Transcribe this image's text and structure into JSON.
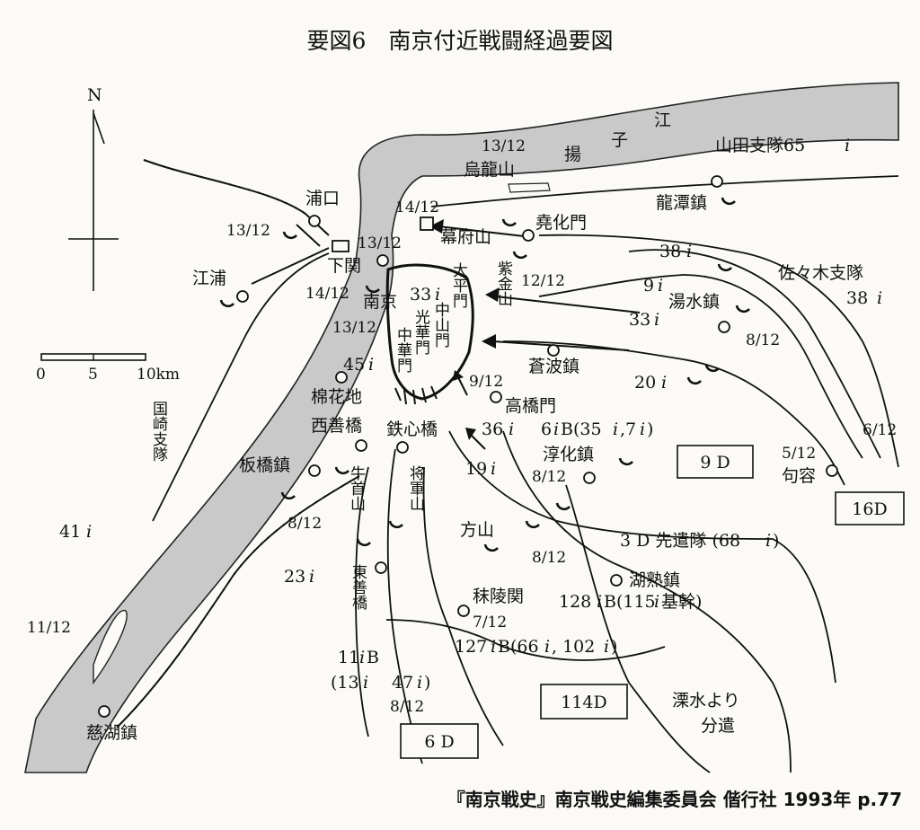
{
  "title": "要図6　南京付近戦闘経過要図",
  "compass": {
    "north": "N"
  },
  "scale": {
    "ticks": [
      "0",
      "5",
      "10km"
    ]
  },
  "river_labels": [
    "揚",
    "子",
    "江"
  ],
  "places": {
    "urongshan": "烏龍山",
    "pukou": "浦口",
    "jiangpu": "江浦",
    "xiaguan": "下関",
    "nanjing": "南京",
    "mufushan": "幕府山",
    "yaohuamen": "堯化門",
    "zijinshan": "紫金山",
    "longtanzhen": "龍潭鎮",
    "tangshuizhen": "湯水鎮",
    "cangbozhen": "蒼波鎮",
    "gaoqiaomen": "高橋門",
    "chunhuazhen": "淳化鎮",
    "jurong": "句容",
    "mianhuadi": "棉花地",
    "xishanqiao": "西善橋",
    "tiexinqiao": "鉄心橋",
    "banqiaozhen": "板橋鎮",
    "niushoushan": "牛首山",
    "jiangjunshan": "将軍山",
    "fangshan": "方山",
    "dongshanqiao": "東善橋",
    "molingguan": "秣陵関",
    "huxushuzhen": "湖熟鎮",
    "cihuzhen": "慈湖鎮",
    "gate_taiping": "太平門",
    "gate_zhongshan": "中山門",
    "gate_guanghua": "光華門",
    "gate_zhonghua": "中華門"
  },
  "units": {
    "yamada": "山田支隊65",
    "sasaki_a": "佐々木支隊",
    "sasaki_b": "38",
    "kunisaki": "国崎支隊",
    "i38": "38",
    "i9": "9",
    "i33a": "33",
    "i33b": "33",
    "i20": "20",
    "i45": "45",
    "i36": "36",
    "i19": "19",
    "i6b": "6",
    "i6b_detail": "B(35",
    "i6b_detail2": ",7",
    "i6b_close": ")",
    "i23": "23",
    "i41": "41",
    "advance_3d": "3 D 先遣隊 (68",
    "advance_3d_close": ")",
    "ib128": "128",
    "ib128_detail": "B(115",
    "ib128_detail2": "基幹)",
    "ib127": "127",
    "ib127_detail": "B(66",
    "ib127_detail2": ", 102",
    "ib127_close": ")",
    "ib11": "11",
    "ib11_detail": "B",
    "ib11_sub_a": "(13",
    "ib11_sub_b": "47",
    "ib11_sub_c": ")",
    "i_mark": "i",
    "liyang": "溧水より",
    "liyang2": "分遣"
  },
  "dates": {
    "d1312_top": "13/12",
    "d1412_top": "14/12",
    "d1312_pukou": "13/12",
    "d1312_xiaguan": "13/12",
    "d1412_west": "14/12",
    "d1312_south": "13/12",
    "d1212": "12/12",
    "d912": "9/12",
    "d812_tang": "8/12",
    "d612": "6/12",
    "d512": "5/12",
    "d812_chun": "8/12",
    "d812_ban": "8/12",
    "d812_fang": "8/12",
    "d712": "7/12",
    "d812_6d": "8/12",
    "d1112": "11/12"
  },
  "divisions": {
    "d9": "9 D",
    "d16": "16D",
    "d114": "114D",
    "d6": "6 D"
  },
  "caption": "『南京戦史』南京戦史編集委員会 偕行社 1993年 p.77"
}
